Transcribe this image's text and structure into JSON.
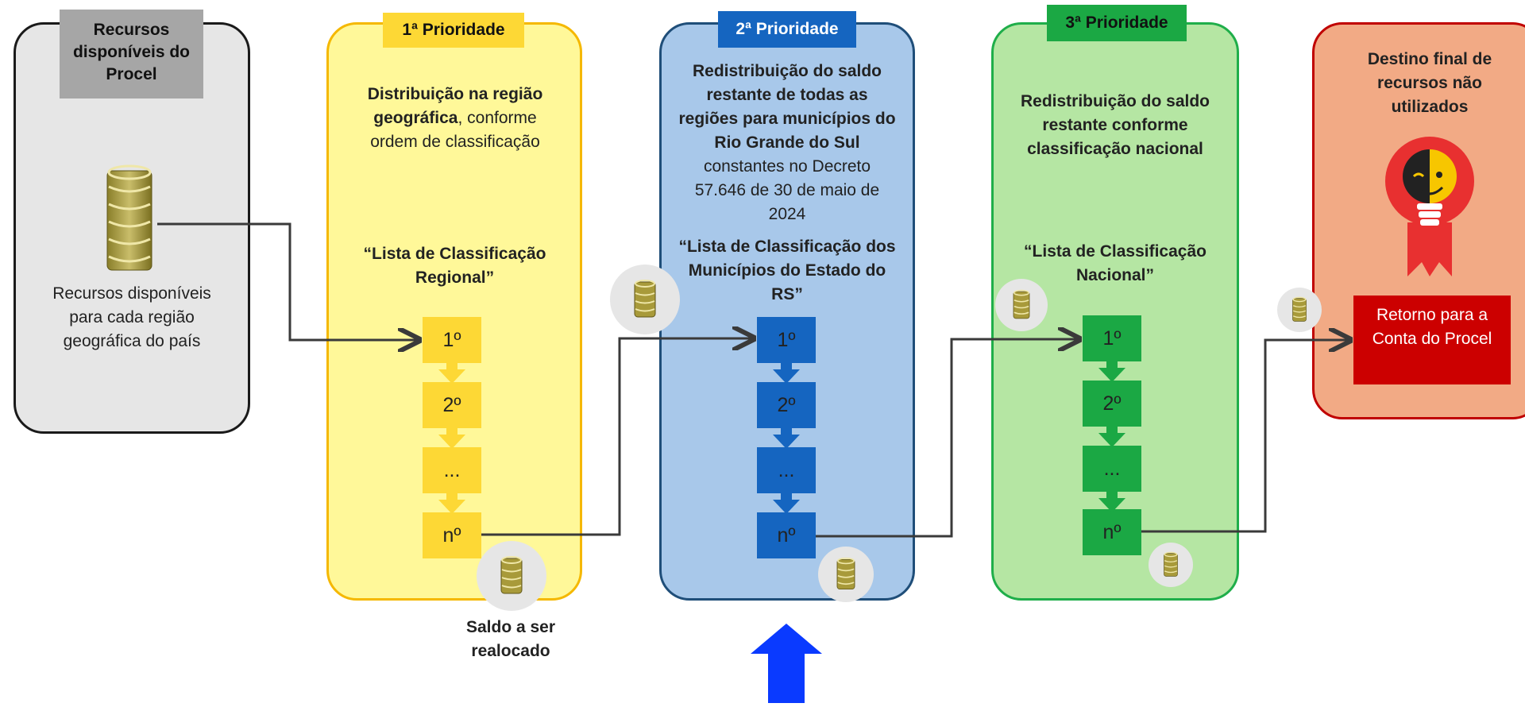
{
  "col0": {
    "header": "Recursos disponíveis do Procel",
    "caption": "Recursos disponíveis para cada região geográfica do país"
  },
  "col1": {
    "tag": "1ª Prioridade",
    "desc_bold": "Distribuição na região geográfica",
    "desc_rest": ", conforme ordem de classificação",
    "list": "“Lista de Classificação Regional”",
    "boxes": [
      "1º",
      "2º",
      "...",
      "nº"
    ]
  },
  "col2": {
    "tag": "2ª Prioridade",
    "desc_bold": "Redistribuição do saldo restante de todas as regiões para municípios do Rio Grande do Sul",
    "desc_rest": "constantes no Decreto 57.646 de 30 de maio de 2024",
    "list": "“Lista de Classificação dos Municípios do Estado do RS”",
    "boxes": [
      "1º",
      "2º",
      "...",
      "nº"
    ]
  },
  "col3": {
    "tag": "3ª Prioridade",
    "desc_bold": "Redistribuição do saldo restante conforme classificação nacional",
    "list": "“Lista de Classificação Nacional”",
    "boxes": [
      "1º",
      "2º",
      "...",
      "nº"
    ]
  },
  "col4": {
    "header": "Destino final de recursos não utilizados",
    "box": "Retorno para a Conta do Procel"
  },
  "saldo_label": "Saldo a ser realocado",
  "colors": {
    "gray_bg": "#e6e6e6",
    "yellow_bg": "#fff899",
    "yellow_box": "#fdd835",
    "blue_bg": "#a8c8ea",
    "blue_box": "#1565c0",
    "green_bg": "#b5e6a3",
    "green_box": "#1ba844",
    "red_bg": "#f2aa85",
    "red_box": "#cc0000",
    "big_arrow": "#0a3aff"
  },
  "icons": [
    "coin-stack-icon",
    "lightbulb-smiley-icon",
    "up-arrow-icon"
  ]
}
